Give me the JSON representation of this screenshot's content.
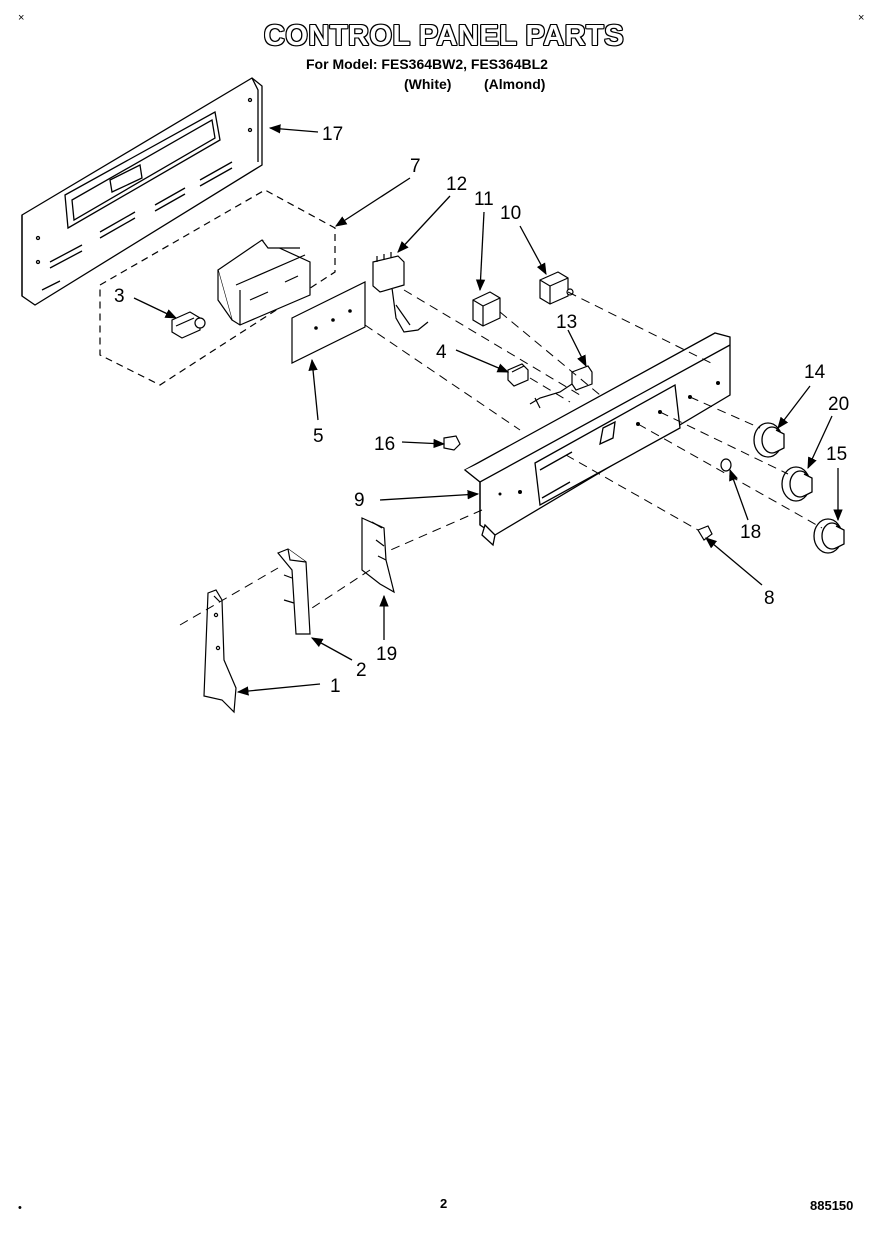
{
  "header": {
    "title": "CONTROL PANEL PARTS",
    "model_line": "For Model: FES364BW2, FES364BL2",
    "color_white": "(White)",
    "color_almond": "(Almond)"
  },
  "corner_marks": {
    "top_left": "×",
    "top_right": "×",
    "bottom_left": "•"
  },
  "footer": {
    "page_number": "2",
    "doc_number": "885150"
  },
  "callouts": [
    "17",
    "7",
    "12",
    "11",
    "10",
    "3",
    "13",
    "4",
    "5",
    "16",
    "14",
    "20",
    "15",
    "9",
    "18",
    "8",
    "19",
    "2",
    "1"
  ]
}
